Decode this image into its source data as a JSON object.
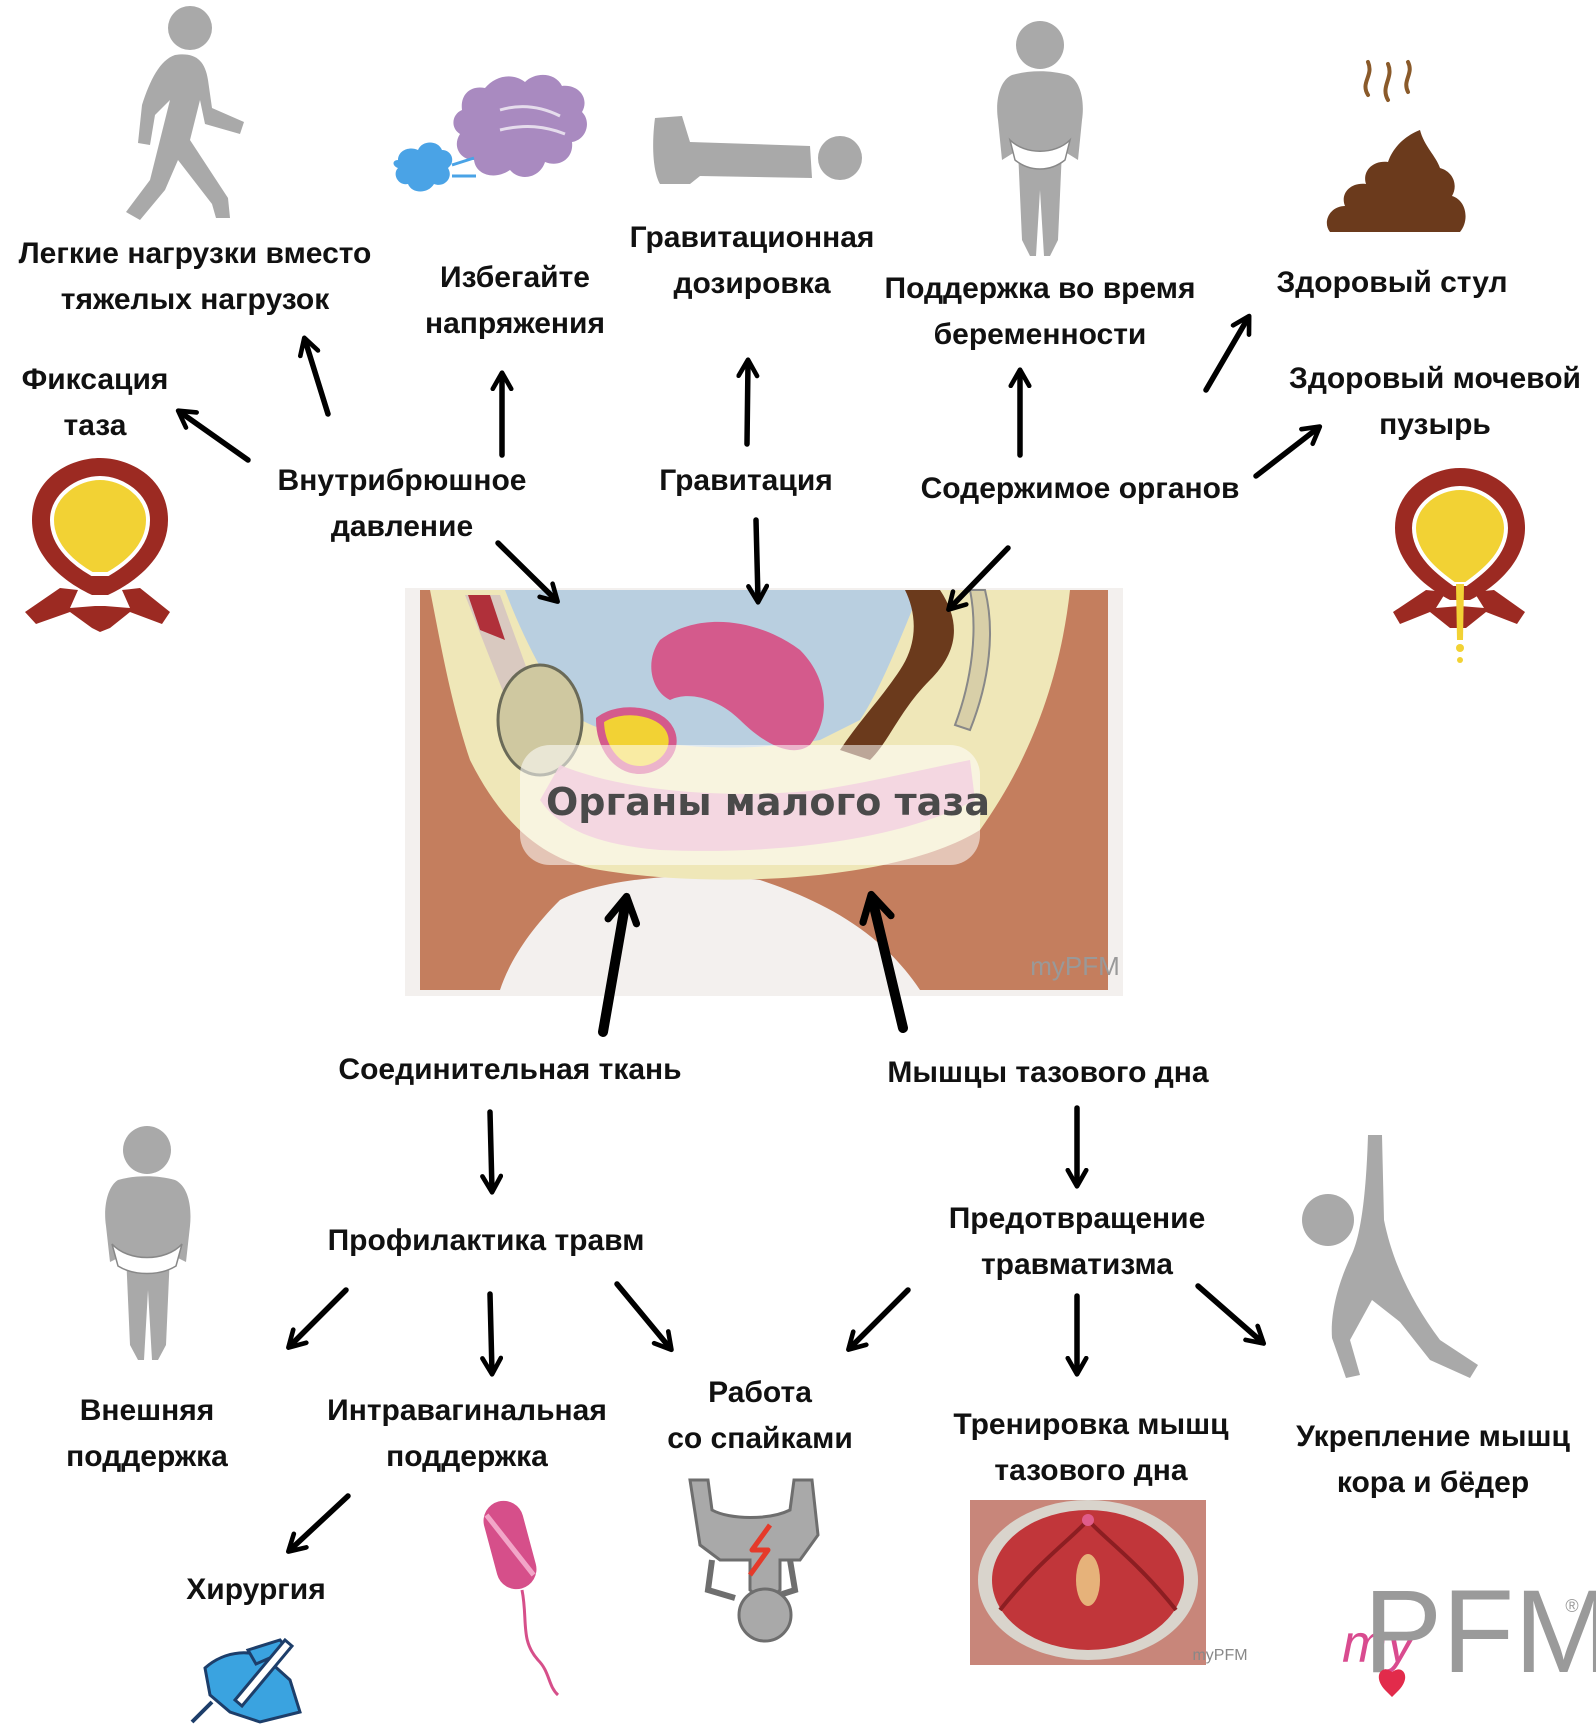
{
  "center": {
    "title": "Органы малого таза",
    "watermark_small": "myPFM"
  },
  "pressures": {
    "intraabdominal": [
      "Внутрибрюшное",
      "давление"
    ],
    "gravity": [
      "Гравитация"
    ],
    "organ_contents": [
      "Содержимое органов"
    ]
  },
  "top_outcomes": {
    "pelvic_fixation": [
      "Фиксация",
      "таза"
    ],
    "light_loads": [
      "Легкие нагрузки вместо",
      "тяжелых нагрузок"
    ],
    "avoid_straining": [
      "Избегайте",
      "напряжения"
    ],
    "gravity_dosing": [
      "Гравитационная",
      "дозировка"
    ],
    "pregnancy_support": [
      "Поддержка во время",
      "беременности"
    ],
    "healthy_stool": [
      "Здоровый стул"
    ],
    "healthy_bladder": [
      "Здоровый мочевой",
      "пузырь"
    ]
  },
  "supports": {
    "connective_tissue": [
      "Соединительная ткань"
    ],
    "pelvic_floor_muscles": [
      "Мышцы тазового дна"
    ]
  },
  "bottom_left": {
    "injury_prevention": [
      "Профилактика травм"
    ],
    "external_support": [
      "Внешняя",
      "поддержка"
    ],
    "intravaginal_support": [
      "Интравагинальная",
      "поддержка"
    ],
    "surgery": [
      "Хирургия"
    ]
  },
  "bottom_shared": {
    "scar_work": [
      "Работа",
      "со спайками"
    ]
  },
  "bottom_right": {
    "trauma_prevention": [
      "Предотвращение",
      "травматизма"
    ],
    "pf_training": [
      "Тренировка мышц",
      "тазового дна"
    ],
    "core_hip": [
      "Укрепление мышц",
      "кора и бёдер"
    ]
  },
  "logo": {
    "text_my": "my",
    "text_pfm": "PFM",
    "registered": "®"
  },
  "colors": {
    "icon_gray": "#a9a9a9",
    "bladder_red": "#9c2a22",
    "urine_yellow": "#f2d234",
    "stool_brown": "#6b3a1c",
    "steam_brown": "#8a5a2a",
    "breath_purple": "#a98ac0",
    "breath_blue": "#4aa3e6",
    "anatomy_skin": "#c47e5e",
    "anatomy_blue": "#b9cfe0",
    "anatomy_pink": "#d45a8c",
    "glove_blue": "#3aa3e0",
    "pessary_pink": "#d64f8a",
    "logo_pink": "#d94b8f",
    "logo_gray": "#9a9a9a"
  }
}
